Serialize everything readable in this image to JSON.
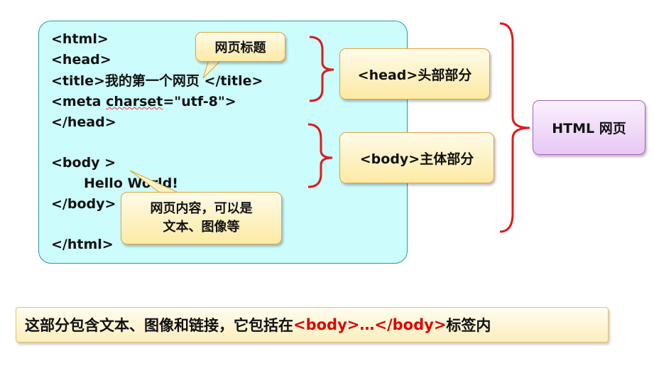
{
  "code_lines": [
    "<html>",
    "<head>",
    "<title>我的第一个网页 </title>",
    "<meta charset=\"utf-8\">",
    "</head>",
    "<body >",
    "Hello World!",
    "</body>",
    "</html>"
  ],
  "meta_parts": {
    "prefix": "<meta ",
    "underlined": "charset",
    "suffix": "=\"utf-8\">"
  },
  "callouts": {
    "title_note": "网页标题",
    "content_note_line1": "网页内容，可以是",
    "content_note_line2": "文本、图像等"
  },
  "labels": {
    "head_section": "<head>头部部分",
    "body_section": "<body>主体部分",
    "html_page": "HTML 网页"
  },
  "bottom": {
    "text_before": "这部分包含文本、图像和链接，它包括在 ",
    "highlight": "<body>…</body>",
    "text_after": " 标签内"
  },
  "colors": {
    "code_bg": "#ccfcfc",
    "brace_red": "#e01a1a",
    "highlight_red": "#e00000",
    "purple_box": "#e8c8f4"
  }
}
